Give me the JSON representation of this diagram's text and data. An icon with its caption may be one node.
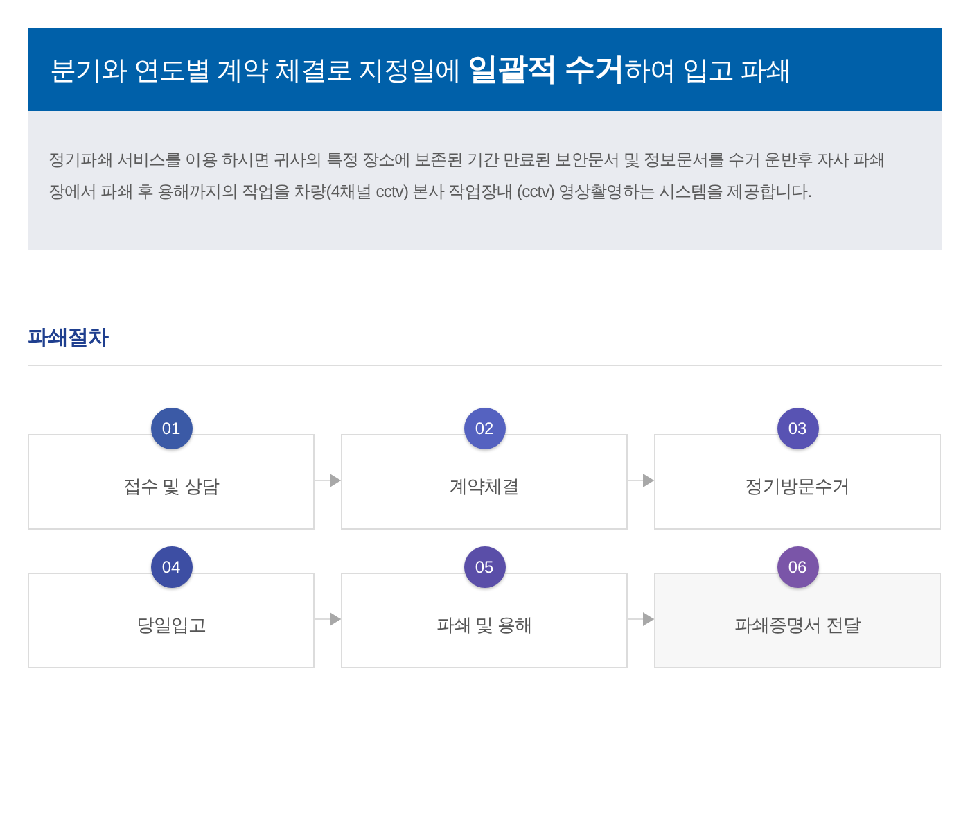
{
  "diagram": {
    "title": "분기와 연도별 계약 체결로 지정일에 **일괄적 수거**하여 입고 파쇄",
    "nodes": [
      {
        "text": [
          "01",
          "접수 및 상담"
        ]
      },
      {
        "text": [
          "02",
          "계약체결"
        ]
      },
      {
        "text": [
          "03",
          "정기방문수거"
        ]
      },
      {
        "text": [
          "04",
          "당일입고"
        ]
      },
      {
        "text": [
          "05",
          "파쇄 및 용해"
        ]
      },
      {
        "text": [
          "06",
          "파쇄증명서 전달"
        ]
      }
    ],
    "edges": [
      {
        "from": 0,
        "to": 1,
        "arrow": "to"
      },
      {
        "from": 1,
        "to": 2,
        "arrow": "to"
      },
      {
        "from": 3,
        "to": 4,
        "arrow": "to"
      },
      {
        "from": 4,
        "to": 5,
        "arrow": "to"
      }
    ],
    "labels": [
      "정기파쇄 서비스를 이용 하시면 귀사의 특정 장소에 보존된 기간 만료된 보안문서 및 정보문서를 수거 운반후 자사 파쇄장에서 파쇄 후 용해까지의 작업을 차량(4채널 cctv) 본사 작업장내 (cctv) 영상촬영하는 시스템을 제공합니다.",
      "파쇄절차"
    ]
  }
}
